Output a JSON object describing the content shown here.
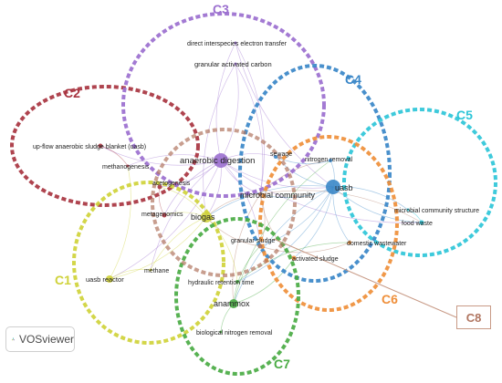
{
  "app": {
    "brand": "VOSviewer"
  },
  "clusters": [
    {
      "id": "C2",
      "label": "C2",
      "color": "#a83440"
    },
    {
      "id": "C3",
      "label": "C3",
      "color": "#9b6fcf"
    },
    {
      "id": "C4",
      "label": "C4",
      "color": "#3a87c8"
    },
    {
      "id": "C5",
      "label": "C5",
      "color": "#2ec6d8"
    },
    {
      "id": "C1",
      "label": "C1",
      "color": "#cfd23a"
    },
    {
      "id": "C6",
      "label": "C6",
      "color": "#ef8f3a"
    },
    {
      "id": "C7",
      "label": "C7",
      "color": "#4aab44"
    },
    {
      "id": "C8",
      "label": "C8",
      "color": "#b07560"
    }
  ],
  "nodes": [
    {
      "id": "anaerobic-digestion",
      "label": "anaerobic digestion",
      "cluster": "C3"
    },
    {
      "id": "direct-interspecies",
      "label": "direct interspecies electron transfer",
      "cluster": "C3"
    },
    {
      "id": "granular-activated-carbon",
      "label": "granular activated carbon",
      "cluster": "C3"
    },
    {
      "id": "upflow-anaerobic",
      "label": "up-flow anaerobic sludge blanket (uasb)",
      "cluster": "C2"
    },
    {
      "id": "methanogenesis",
      "label": "methanogenesis",
      "cluster": "C2"
    },
    {
      "id": "acetogenesis",
      "label": "acetogenesis",
      "cluster": "C2"
    },
    {
      "id": "metagenomics",
      "label": "metagenomics",
      "cluster": "C2"
    },
    {
      "id": "sewage",
      "label": "sewage",
      "cluster": "C4"
    },
    {
      "id": "nitrogen-removal",
      "label": "nitrogen removal",
      "cluster": "C4"
    },
    {
      "id": "uasb",
      "label": "uasb",
      "cluster": "C4"
    },
    {
      "id": "microbial-community",
      "label": "microbial community",
      "cluster": "C8"
    },
    {
      "id": "microbial-community-structure",
      "label": "microbial community structure",
      "cluster": "C5"
    },
    {
      "id": "food-waste",
      "label": "food waste",
      "cluster": "C5"
    },
    {
      "id": "biogas",
      "label": "biogas",
      "cluster": "C1"
    },
    {
      "id": "methane",
      "label": "methane",
      "cluster": "C1"
    },
    {
      "id": "uasb-reactor",
      "label": "uasb reactor",
      "cluster": "C1"
    },
    {
      "id": "granular-sludge",
      "label": "granular sludge",
      "cluster": "C8"
    },
    {
      "id": "domestic-wastewater",
      "label": "domestic wastewater",
      "cluster": "C6"
    },
    {
      "id": "activated-sludge",
      "label": "activated sludge",
      "cluster": "C6"
    },
    {
      "id": "hydraulic-retention-time",
      "label": "hydraulic retention time",
      "cluster": "C7"
    },
    {
      "id": "anammox",
      "label": "anammox",
      "cluster": "C7"
    },
    {
      "id": "biological-nitrogen-removal",
      "label": "biological nitrogen removal",
      "cluster": "C7"
    }
  ]
}
